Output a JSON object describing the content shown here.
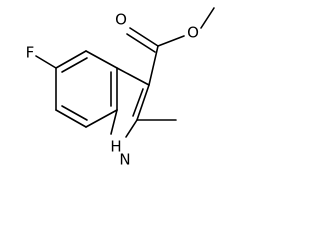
{
  "molecule": {
    "atoms": [
      {
        "id": "F",
        "label": "F"
      },
      {
        "id": "O_ester",
        "label": "O"
      },
      {
        "id": "O_carbonyl",
        "label": "O"
      },
      {
        "id": "NH",
        "label": "H"
      },
      {
        "id": "N",
        "label": "N"
      }
    ]
  },
  "colors": {
    "bond": "#000000",
    "background": "#ffffff",
    "text": "#000000"
  }
}
